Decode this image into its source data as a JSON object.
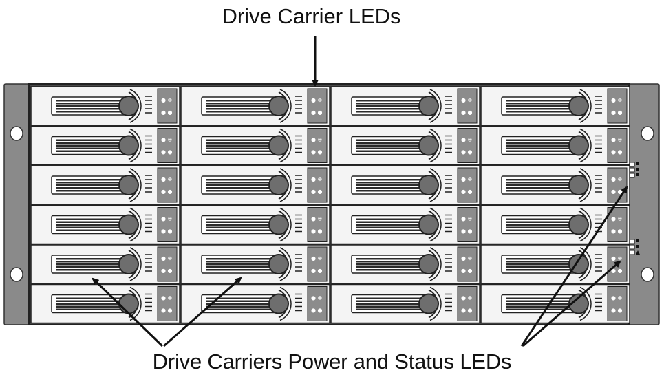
{
  "diagram": {
    "top_label": "Drive Carrier LEDs",
    "bottom_label": "Drive Carriers Power and Status LEDs",
    "enclosure": {
      "rows": 6,
      "columns": 4,
      "carrier_led_text": "● ●",
      "carrier_top_led_text": "● ⊗"
    },
    "colors": {
      "ear": "#8a8a8a",
      "bay_frame": "#4a4a4a",
      "carrier_face": "#f4f4f4",
      "led_panel": "#8c8c8c",
      "handle": "#2b2b2b",
      "ink": "#111111"
    }
  }
}
